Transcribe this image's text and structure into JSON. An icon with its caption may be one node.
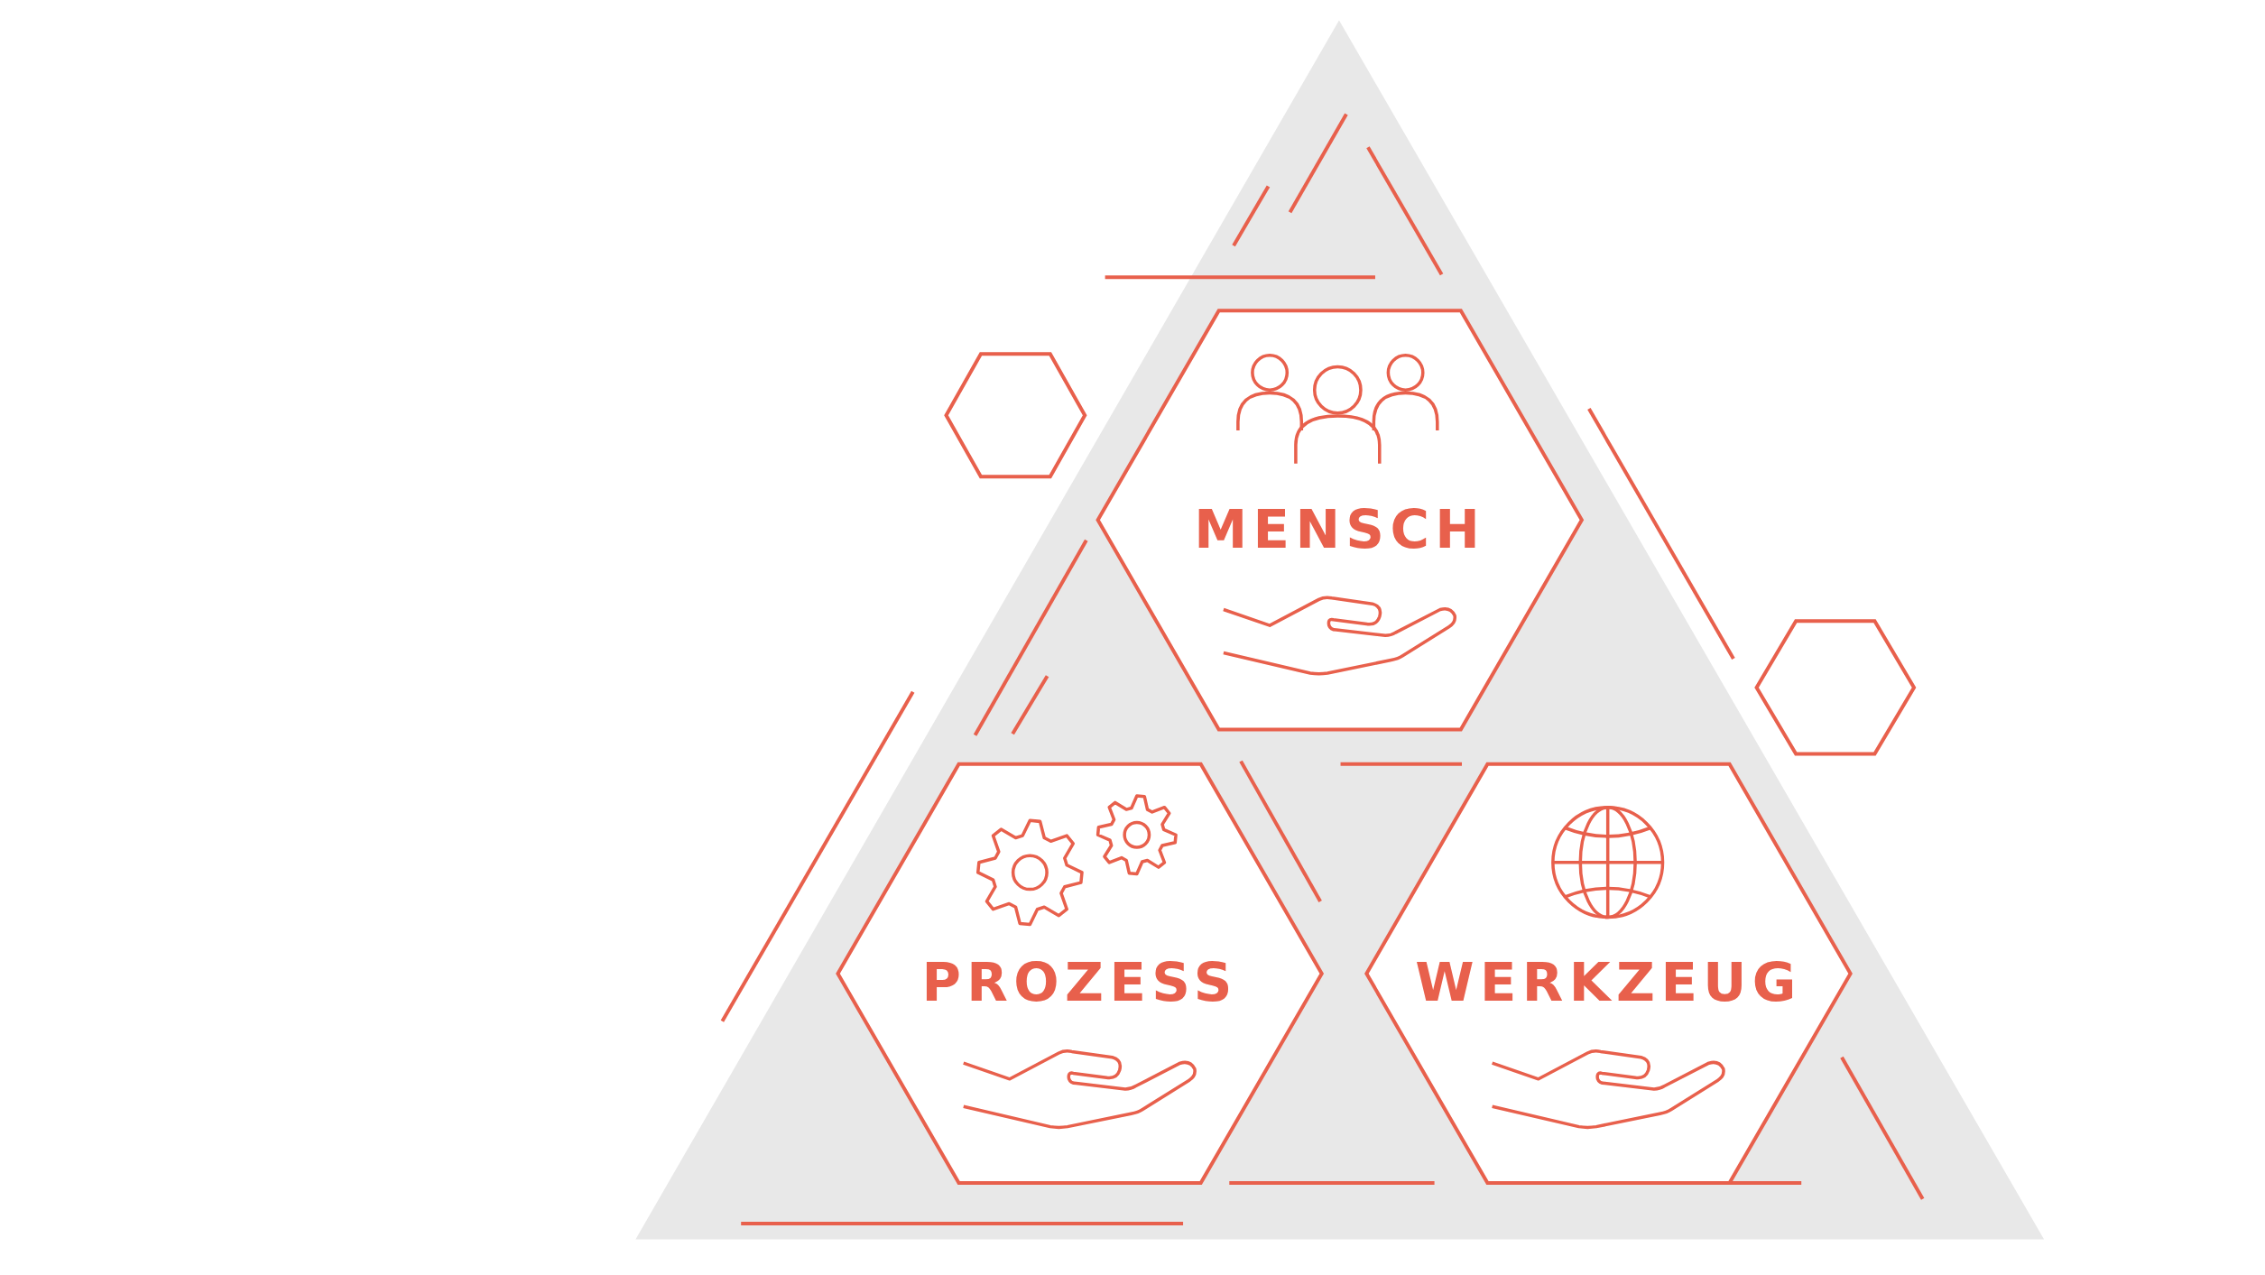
{
  "diagram": {
    "nodes": [
      {
        "text": [
          "MENSCH"
        ]
      },
      {
        "text": [],
        "shape": "hexagon"
      },
      {
        "text": [],
        "shape": "hexagon"
      },
      {
        "text": [
          "PROZESS"
        ]
      },
      {
        "text": [
          "WERKZEUG"
        ]
      }
    ]
  }
}
